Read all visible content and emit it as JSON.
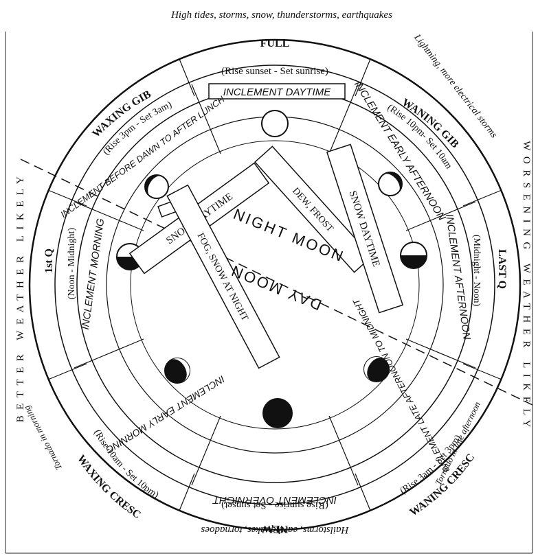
{
  "outer_notes": {
    "top": "High tides, storms, snow, thunderstorms, earthquakes",
    "bottom": "Hailstorms, earthquakes, tornadoes",
    "top_right": "Lightning, more electrical storms",
    "left_lower": "Tornado in morning",
    "right_lower": "Tornado in late afternoon"
  },
  "side_labels": {
    "left": "BETTER WEATHER LIKELY",
    "right": "WORSENING WEATHER LIKELY"
  },
  "phases": {
    "full": {
      "name": "FULL",
      "times": "(Rise sunset - Set sunrise)",
      "weather": "INCLEMENT DAYTIME"
    },
    "waning_gib": {
      "name": "WANING GIB",
      "times": "(Rise 10pm- Set 10am",
      "weather": "INCLEMENT EARLY AFTERNOON"
    },
    "last_q": {
      "name": "LAST Q",
      "times": "(Midnight - Noon)",
      "weather": "INCLEMENT AFTERNOON"
    },
    "waning_cresc": {
      "name": "WANING CRESC",
      "times": "(Rise 3am - Set 3pm)",
      "weather": "INCLEMENT LATE AFTERNOON TO MIDNIGHT"
    },
    "new": {
      "name": "NEW",
      "times": "(Rise sunrise - Set sunset)",
      "weather": "INCLEMENT OVERNIGHT"
    },
    "waxing_cresc": {
      "name": "WAXING CRESC",
      "times": "(Rise 10am - Set 10pm)",
      "weather": "INCLEMENT EARLY MORNING"
    },
    "first_q": {
      "name": "1st Q",
      "times": "(Noon - Midnight)",
      "weather": "INCLEMENT MORNING"
    },
    "waxing_gib": {
      "name": "WAXING GIB",
      "times": "(Rise 3pm - Set 3am)",
      "weather": "INCLEMENT BEFORE DAWN TO AFTER LUNCH"
    }
  },
  "center": {
    "night": "NIGHT MOON",
    "day": "DAY MOON"
  },
  "bars": {
    "snow_left": "SNOW DAYTIME",
    "dew": "DEW, FROST",
    "snow_right": "SNOW DAYTIME",
    "fog": "FOG, SNOW AT NIGHT"
  }
}
